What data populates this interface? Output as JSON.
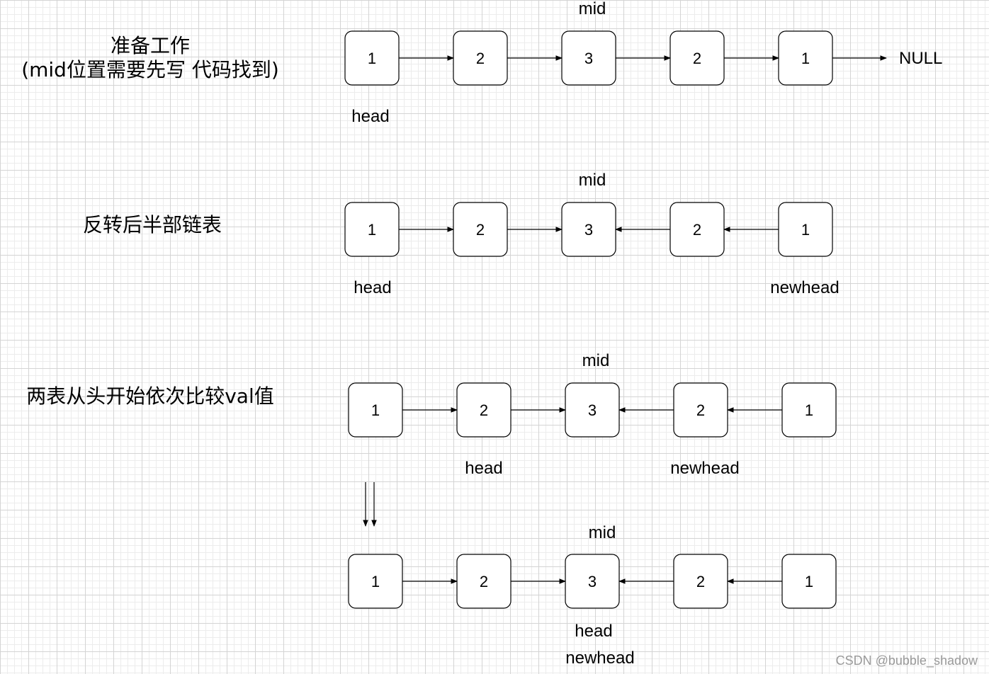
{
  "steps": [
    {
      "title_lines": [
        "准备工作",
        "(mid位置需要先写 代码找到)"
      ]
    },
    {
      "title_lines": [
        "反转后半部链表"
      ]
    },
    {
      "title_lines": [
        "两表从头开始依次比较val值"
      ]
    }
  ],
  "rows": [
    {
      "values": [
        "1",
        "2",
        "3",
        "2",
        "1"
      ],
      "edges": [
        "right",
        "right",
        "right",
        "right"
      ],
      "tail_arrow": true,
      "labels": {
        "mid": "mid",
        "head": "head",
        "null": "NULL"
      }
    },
    {
      "values": [
        "1",
        "2",
        "3",
        "2",
        "1"
      ],
      "edges": [
        "right",
        "right",
        "left",
        "left"
      ],
      "tail_arrow": false,
      "labels": {
        "mid": "mid",
        "head": "head",
        "newhead": "newhead"
      }
    },
    {
      "values": [
        "1",
        "2",
        "3",
        "2",
        "1"
      ],
      "edges": [
        "right",
        "right",
        "left",
        "left"
      ],
      "tail_arrow": false,
      "labels": {
        "mid": "mid",
        "head": "head",
        "newhead": "newhead"
      }
    },
    {
      "values": [
        "1",
        "2",
        "3",
        "2",
        "1"
      ],
      "edges": [
        "right",
        "right",
        "left",
        "left"
      ],
      "tail_arrow": false,
      "labels": {
        "mid": "mid",
        "head": "head",
        "newhead": "newhead"
      }
    }
  ],
  "transition_arrow_icon": "double-down-arrow-icon",
  "watermark": "CSDN @bubble_shadow",
  "colors": {
    "line": "#000000",
    "node_fill": "#ffffff",
    "watermark": "#9a9a9a"
  }
}
